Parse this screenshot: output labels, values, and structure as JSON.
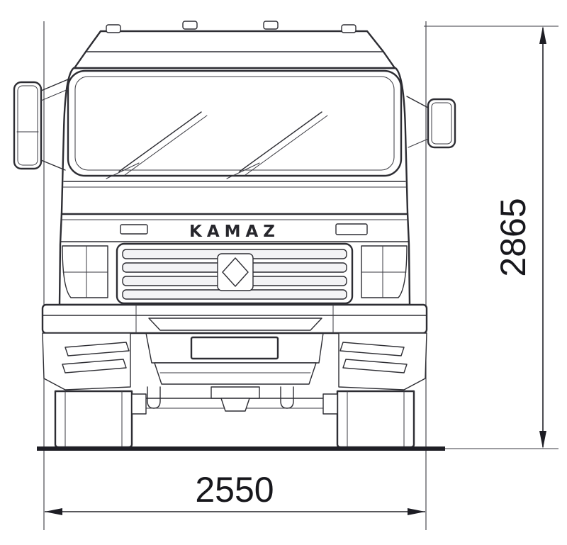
{
  "drawing": {
    "brand_label": "KAMAZ",
    "dimensions": {
      "height": "2865",
      "width": "2550"
    },
    "colors": {
      "line": "#2d2d33",
      "dimension_text": "#17171c",
      "background": "#ffffff"
    }
  }
}
